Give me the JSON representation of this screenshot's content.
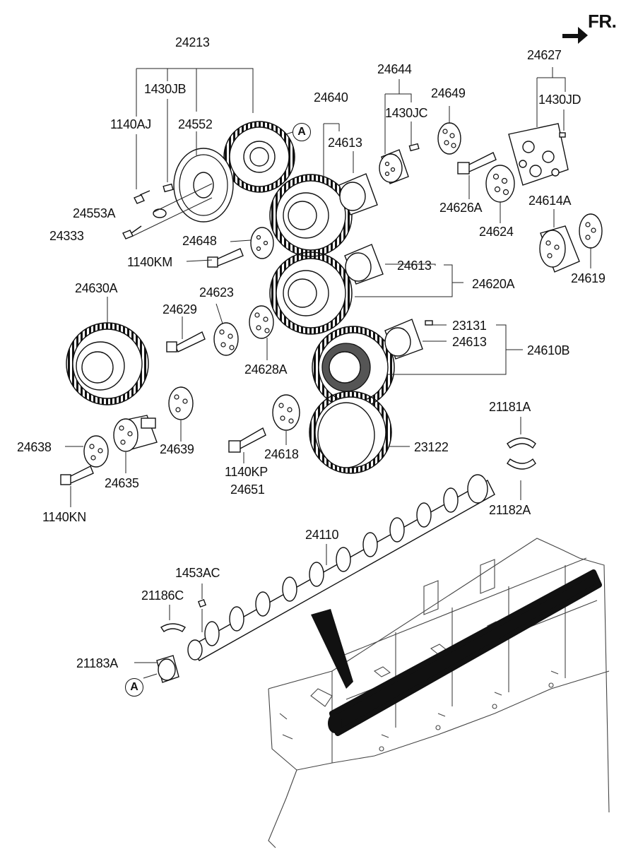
{
  "direction_indicator": {
    "label": "FR."
  },
  "reference_marks": {
    "a_top": "A",
    "a_bottom": "A"
  },
  "labels": {
    "p24213": "24213",
    "p1430JB": "1430JB",
    "p1140AJ": "1140AJ",
    "p24552": "24552",
    "p24553A": "24553A",
    "p24333": "24333",
    "p24648": "24648",
    "p1140KM": "1140KM",
    "p24640": "24640",
    "p24613_a": "24613",
    "p24644": "24644",
    "p1430JC": "1430JC",
    "p24649": "24649",
    "p24627": "24627",
    "p1430JD": "1430JD",
    "p24626A": "24626A",
    "p24624": "24624",
    "p24614A": "24614A",
    "p24619": "24619",
    "p24613_b": "24613",
    "p24620A": "24620A",
    "p24630A": "24630A",
    "p24623": "24623",
    "p24629": "24629",
    "p24628A": "24628A",
    "p23131": "23131",
    "p24613_c": "24613",
    "p24610B": "24610B",
    "p21181A": "21181A",
    "p23122": "23122",
    "p24638": "24638",
    "p24639": "24639",
    "p24618": "24618",
    "p24635": "24635",
    "p1140KP": "1140KP",
    "p24651": "24651",
    "p1140KN": "1140KN",
    "p21182A": "21182A",
    "p24110": "24110",
    "p1453AC": "1453AC",
    "p21186C": "21186C",
    "p21183A": "21183A"
  }
}
